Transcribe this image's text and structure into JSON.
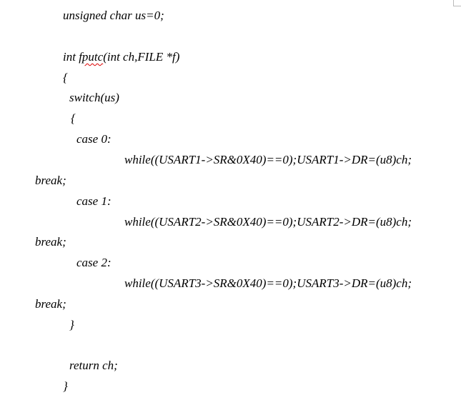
{
  "code": {
    "decl": "unsigned char us=0;",
    "sig_prefix": "int ",
    "sig_name": "fputc",
    "sig_suffix": "(int ch,FILE *f)",
    "open_fn": "{",
    "switch": "switch(us)",
    "open_switch": "{",
    "cases": [
      {
        "label": "case 0:",
        "body": "while((USART1->SR&0X40)==0);USART1->DR=(u8)ch;",
        "break": "break;"
      },
      {
        "label": "case 1:",
        "body": "while((USART2->SR&0X40)==0);USART2->DR=(u8)ch;",
        "break": "break;"
      },
      {
        "label": "case 2:",
        "body": "while((USART3->SR&0X40)==0);USART3->DR=(u8)ch;",
        "break": "break;"
      }
    ],
    "close_switch": "}",
    "return": "return ch;",
    "close_fn": "}"
  }
}
